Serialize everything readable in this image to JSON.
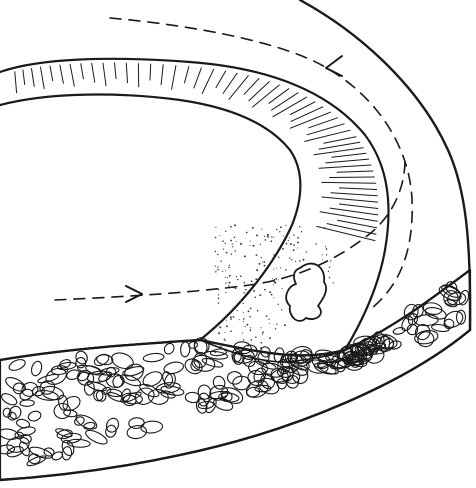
{
  "figure": {
    "subject": "curved-channel-cross-section",
    "elements": [
      "channel-bank-surface",
      "channel-groove",
      "flow-path-outer",
      "flow-path-inner",
      "flow-arrow-upstream",
      "flow-arrow-downstream",
      "sediment-patch",
      "pebble-substrate-section"
    ],
    "colors": {
      "ink": "#1a1a1a",
      "paper": "#ffffff"
    }
  }
}
